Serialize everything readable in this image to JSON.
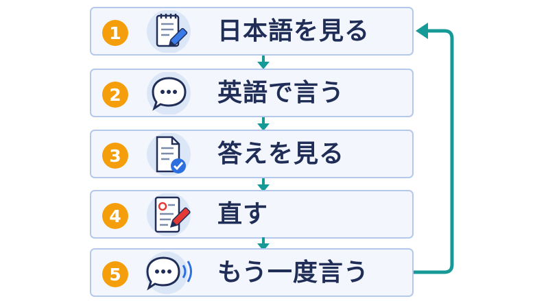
{
  "steps": [
    {
      "number": "1",
      "label": "日本語を見る",
      "icon": "notepad-pencil-icon"
    },
    {
      "number": "2",
      "label": "英語で言う",
      "icon": "speech-bubble-icon"
    },
    {
      "number": "3",
      "label": "答えを見る",
      "icon": "document-check-icon"
    },
    {
      "number": "4",
      "label": "直す",
      "icon": "document-edit-icon"
    },
    {
      "number": "5",
      "label": "もう一度言う",
      "icon": "speech-bubble-sound-icon"
    }
  ],
  "loop": {
    "description_icon": "repeat-arrow-icon",
    "color": "#159a98"
  },
  "colors": {
    "accent": "#f59e0b",
    "border": "#b3c8ea",
    "text": "#1f2d57",
    "connector": "#159a98",
    "icon_circle": "#dbe7f7"
  }
}
